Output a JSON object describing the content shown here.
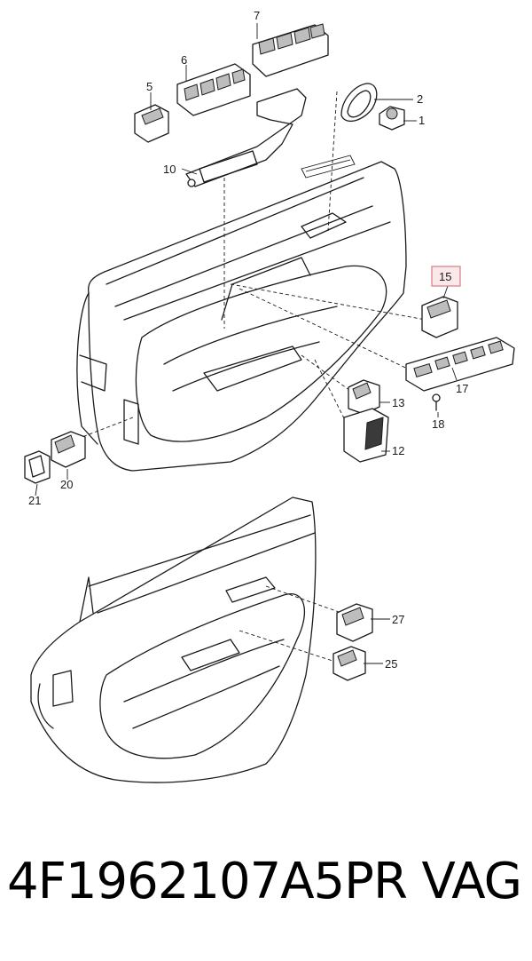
{
  "callouts": [
    {
      "id": "1",
      "label": "1"
    },
    {
      "id": "2",
      "label": "2"
    },
    {
      "id": "5",
      "label": "5"
    },
    {
      "id": "6",
      "label": "6"
    },
    {
      "id": "7",
      "label": "7"
    },
    {
      "id": "10",
      "label": "10"
    },
    {
      "id": "12",
      "label": "12"
    },
    {
      "id": "13",
      "label": "13"
    },
    {
      "id": "15",
      "label": "15"
    },
    {
      "id": "17",
      "label": "17"
    },
    {
      "id": "18",
      "label": "18"
    },
    {
      "id": "20",
      "label": "20"
    },
    {
      "id": "21",
      "label": "21"
    },
    {
      "id": "25",
      "label": "25"
    },
    {
      "id": "27",
      "label": "27"
    }
  ],
  "highlight": {
    "label": "15",
    "border_color": "#d97a86",
    "fill_color": "#fbe8ea"
  },
  "caption": {
    "part_number": "4F1962107A5PR",
    "brand": "VAG"
  }
}
